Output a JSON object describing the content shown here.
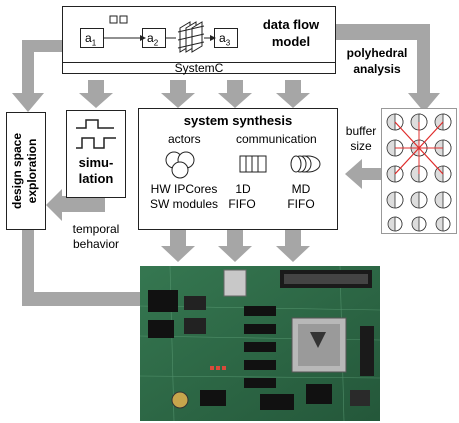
{
  "top_model": {
    "title_line1": "data flow",
    "title_line2": "model",
    "systemc_label": "SystemC",
    "actors": [
      {
        "base": "a",
        "sub": "1"
      },
      {
        "base": "a",
        "sub": "2"
      },
      {
        "base": "a",
        "sub": "3"
      }
    ]
  },
  "polyhedral_analysis": {
    "line1": "polyhedral",
    "line2": "analysis"
  },
  "buffer_size": {
    "line1": "buffer",
    "line2": "size"
  },
  "design_space_exploration": {
    "line1": "design space",
    "line2": "exploration"
  },
  "simulation": {
    "line1": "simu-",
    "line2": "lation"
  },
  "temporal_behavior": {
    "line1": "temporal",
    "line2": "behavior"
  },
  "system_synthesis": {
    "title": "system synthesis",
    "actors_label": "actors",
    "communication_label": "communication",
    "hw_ipcores": "HW IPCores",
    "sw_modules": "SW modules",
    "fifo_1d_line1": "1D",
    "fifo_1d_line2": "FIFO",
    "fifo_md_line1": "MD",
    "fifo_md_line2": "FIFO"
  },
  "colors": {
    "arrow_gray": "#a6a6a6",
    "box_border": "#222222",
    "grid_red": "#e0302f",
    "board_green": "#2d6b47"
  },
  "icons": [
    "waveform-icon",
    "actor-circles-icon",
    "fifo-1d-icon",
    "fifo-md-icon",
    "polyhedral-grid-icon",
    "fpga-board-photo"
  ]
}
